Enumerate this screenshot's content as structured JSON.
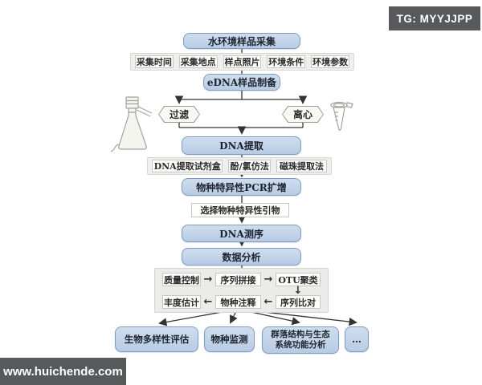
{
  "colors": {
    "node_fill": "#c2d4e9",
    "node_border": "#7f9cc0",
    "hex_fill": "#f9f9f4",
    "panel_fill": "#ebebe9",
    "line": "#333333",
    "watermark_bg": "#58595b",
    "watermark_text": "#ffffff"
  },
  "watermark_top_right": {
    "text": "TG: MYYJJPP"
  },
  "watermark_bottom_left": {
    "text": "www.huichende.com"
  },
  "flow": {
    "water_sampling": "水环境样品采集",
    "sampling_details": [
      "采集时间",
      "采集地点",
      "样点照片",
      "环境条件",
      "环境参数"
    ],
    "edna_prep": "eDNA样品制备",
    "filter": "过滤",
    "centrifuge": "离心",
    "dna_extraction": "DNA提取",
    "extraction_methods": [
      "DNA提取试剂盒",
      "酚/氯仿法",
      "磁珠提取法"
    ],
    "pcr": "物种特异性PCR扩增",
    "primer_selection": "选择物种特异性引物",
    "sequencing": "DNA测序",
    "data_analysis": "数据分析",
    "analysis": {
      "qc": "质量控制",
      "assembly": "序列拼接",
      "otu": "OTU聚类",
      "abundance": "丰度估计",
      "annotation": "物种注释",
      "alignment": "序列比对"
    },
    "outputs": {
      "biodiversity": "生物多样性评估",
      "monitoring": "物种监测",
      "community_line1": "群落结构与生态",
      "community_line2": "系统功能分析",
      "more": "…"
    }
  },
  "glyphs": {
    "arrow_right": "→",
    "arrow_left": "←",
    "arrow_down": "↓"
  }
}
